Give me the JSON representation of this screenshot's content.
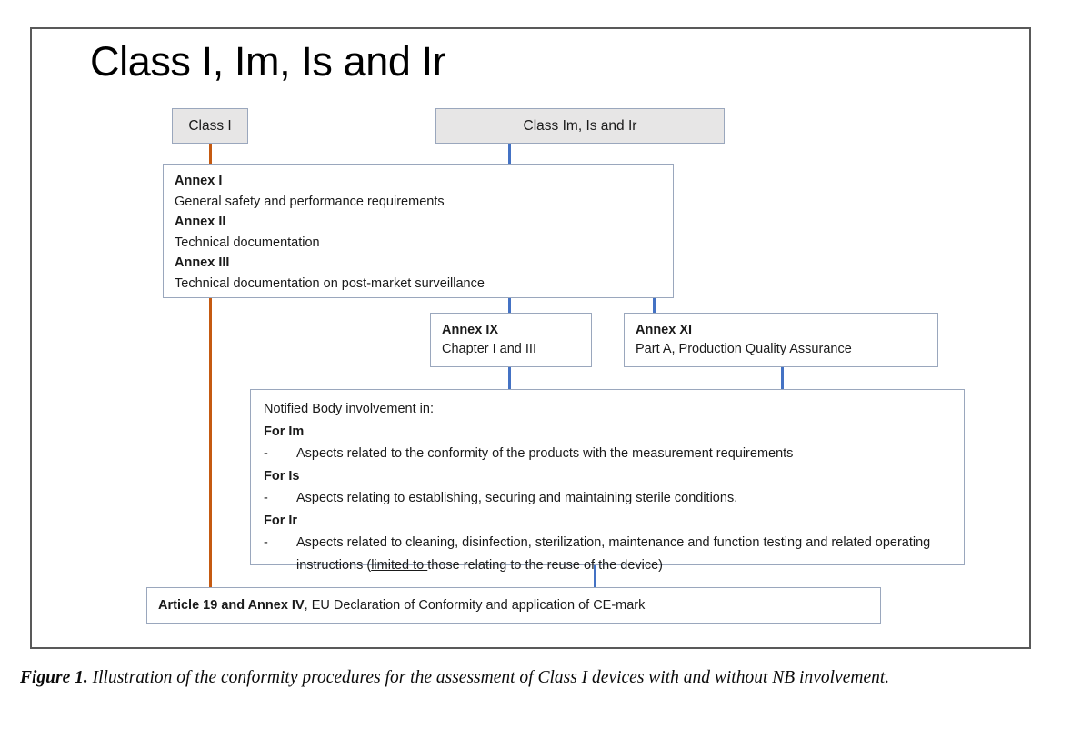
{
  "figure": {
    "title": "Class I, Im, Is and Ir",
    "caption_label": "Figure 1.",
    "caption_text": "Illustration of the conformity procedures for the assessment of Class I devices with and without NB involvement."
  },
  "colors": {
    "frame_border": "#595959",
    "node_border": "#9aa7bd",
    "node_fill": "#e7e6e6",
    "connector_orange": "#c55a11",
    "connector_blue": "#4472c4",
    "spellcheck_underline": "#e8413a"
  },
  "nodes": {
    "class_i": {
      "label": "Class I"
    },
    "class_im_is_ir": {
      "label": "Class Im, Is and Ir"
    },
    "annexes": {
      "annex_i_title": "Annex I",
      "annex_i_desc": "General safety and performance requirements",
      "annex_ii_title": "Annex II",
      "annex_ii_desc": "Technical documentation",
      "annex_iii_title": "Annex III",
      "annex_iii_desc": "Technical documentation on post-market surveillance"
    },
    "annex_ix": {
      "title": "Annex IX",
      "desc": "Chapter I and III"
    },
    "annex_xi": {
      "title": "Annex XI",
      "desc": "Part A, Production Quality Assurance"
    },
    "notified_body": {
      "heading": "Notified Body involvement in:",
      "groups": [
        {
          "label": "For Im",
          "bullet_marker": "-",
          "bullet_text": "Aspects related to the conformity of the products with the measurement requirements"
        },
        {
          "label": "For Is",
          "bullet_marker": "-",
          "bullet_text": "Aspects relating to establishing, securing and maintaining sterile conditions."
        },
        {
          "label": "For Ir",
          "bullet_marker": "-",
          "bullet_text_part1": "Aspects related to cleaning, disinfection, sterilization, maintenance and function testing and",
          "bullet_text_part2_pre": "related operating instructions (",
          "bullet_text_part2_underlined": "limited to ",
          "bullet_text_part2_post": "those relating to the reuse of the device)"
        }
      ]
    },
    "article_19": {
      "bold_part": "Article 19 and Annex IV",
      "rest_part": ", EU Declaration of Conformity and application of CE-mark"
    }
  },
  "connectors": [
    {
      "id": "class-i-to-annexes",
      "color": "#c55a11",
      "orientation": "vertical"
    },
    {
      "id": "orange-spine-to-article-19",
      "color": "#c55a11",
      "orientation": "vertical"
    },
    {
      "id": "class-im-to-annexes",
      "color": "#4472c4",
      "orientation": "vertical"
    },
    {
      "id": "annexes-to-annex-ix",
      "color": "#4472c4",
      "orientation": "vertical"
    },
    {
      "id": "annexes-to-annex-xi",
      "color": "#4472c4",
      "orientation": "vertical"
    },
    {
      "id": "annex-ix-to-notified-body",
      "color": "#4472c4",
      "orientation": "vertical"
    },
    {
      "id": "annex-xi-to-notified-body",
      "color": "#4472c4",
      "orientation": "vertical"
    },
    {
      "id": "notified-body-to-article-19",
      "color": "#4472c4",
      "orientation": "vertical"
    }
  ]
}
